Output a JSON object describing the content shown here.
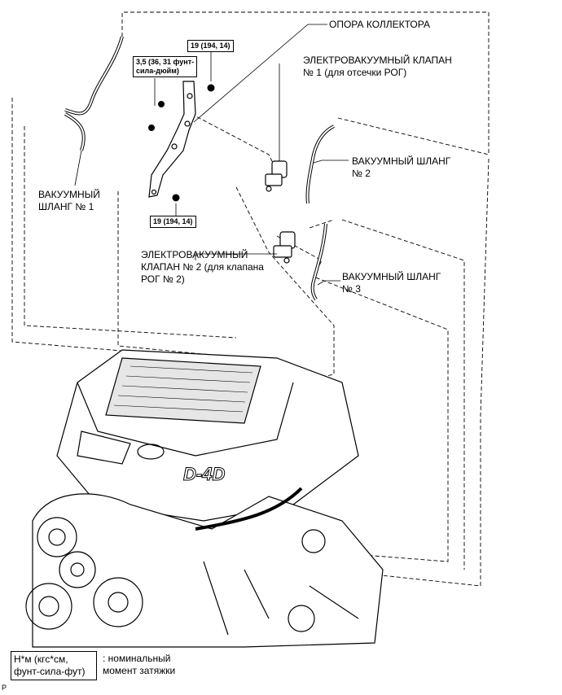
{
  "labels": {
    "manifold_stay": "ОПОРА КОЛЛЕКТОРА",
    "vsv1_line1": "ЭЛЕКТРОВАКУУМНЫЙ КЛАПАН",
    "vsv1_line2": "№ 1 (для отсечки РОГ)",
    "hose2_line1": "ВАКУУМНЫЙ ШЛАНГ",
    "hose2_line2": "№ 2",
    "hose1_line1": "ВАКУУМНЫЙ",
    "hose1_line2": "ШЛАНГ № 1",
    "vsv2_line1": "ЭЛЕКТРОВАКУУМНЫЙ",
    "vsv2_line2": "КЛАПАН № 2 (для клапана",
    "vsv2_line3": "РОГ № 2)",
    "hose3_line1": "ВАКУУМНЫЙ ШЛАНГ",
    "hose3_line2": "№ 3"
  },
  "torques": {
    "top": "19 (194, 14)",
    "small_line1": "3,5 (36, 31 фунт-",
    "small_line2": "сила-дюйм)",
    "bottom": "19 (194, 14)"
  },
  "engine_logo": "D-4D",
  "legend": {
    "unit_line1": "Н*м (кгс*см,",
    "unit_line2": "фунт-сила-фут)",
    "desc_line1": ": номинальный",
    "desc_line2": "момент затяжки"
  },
  "corner_code": "P"
}
